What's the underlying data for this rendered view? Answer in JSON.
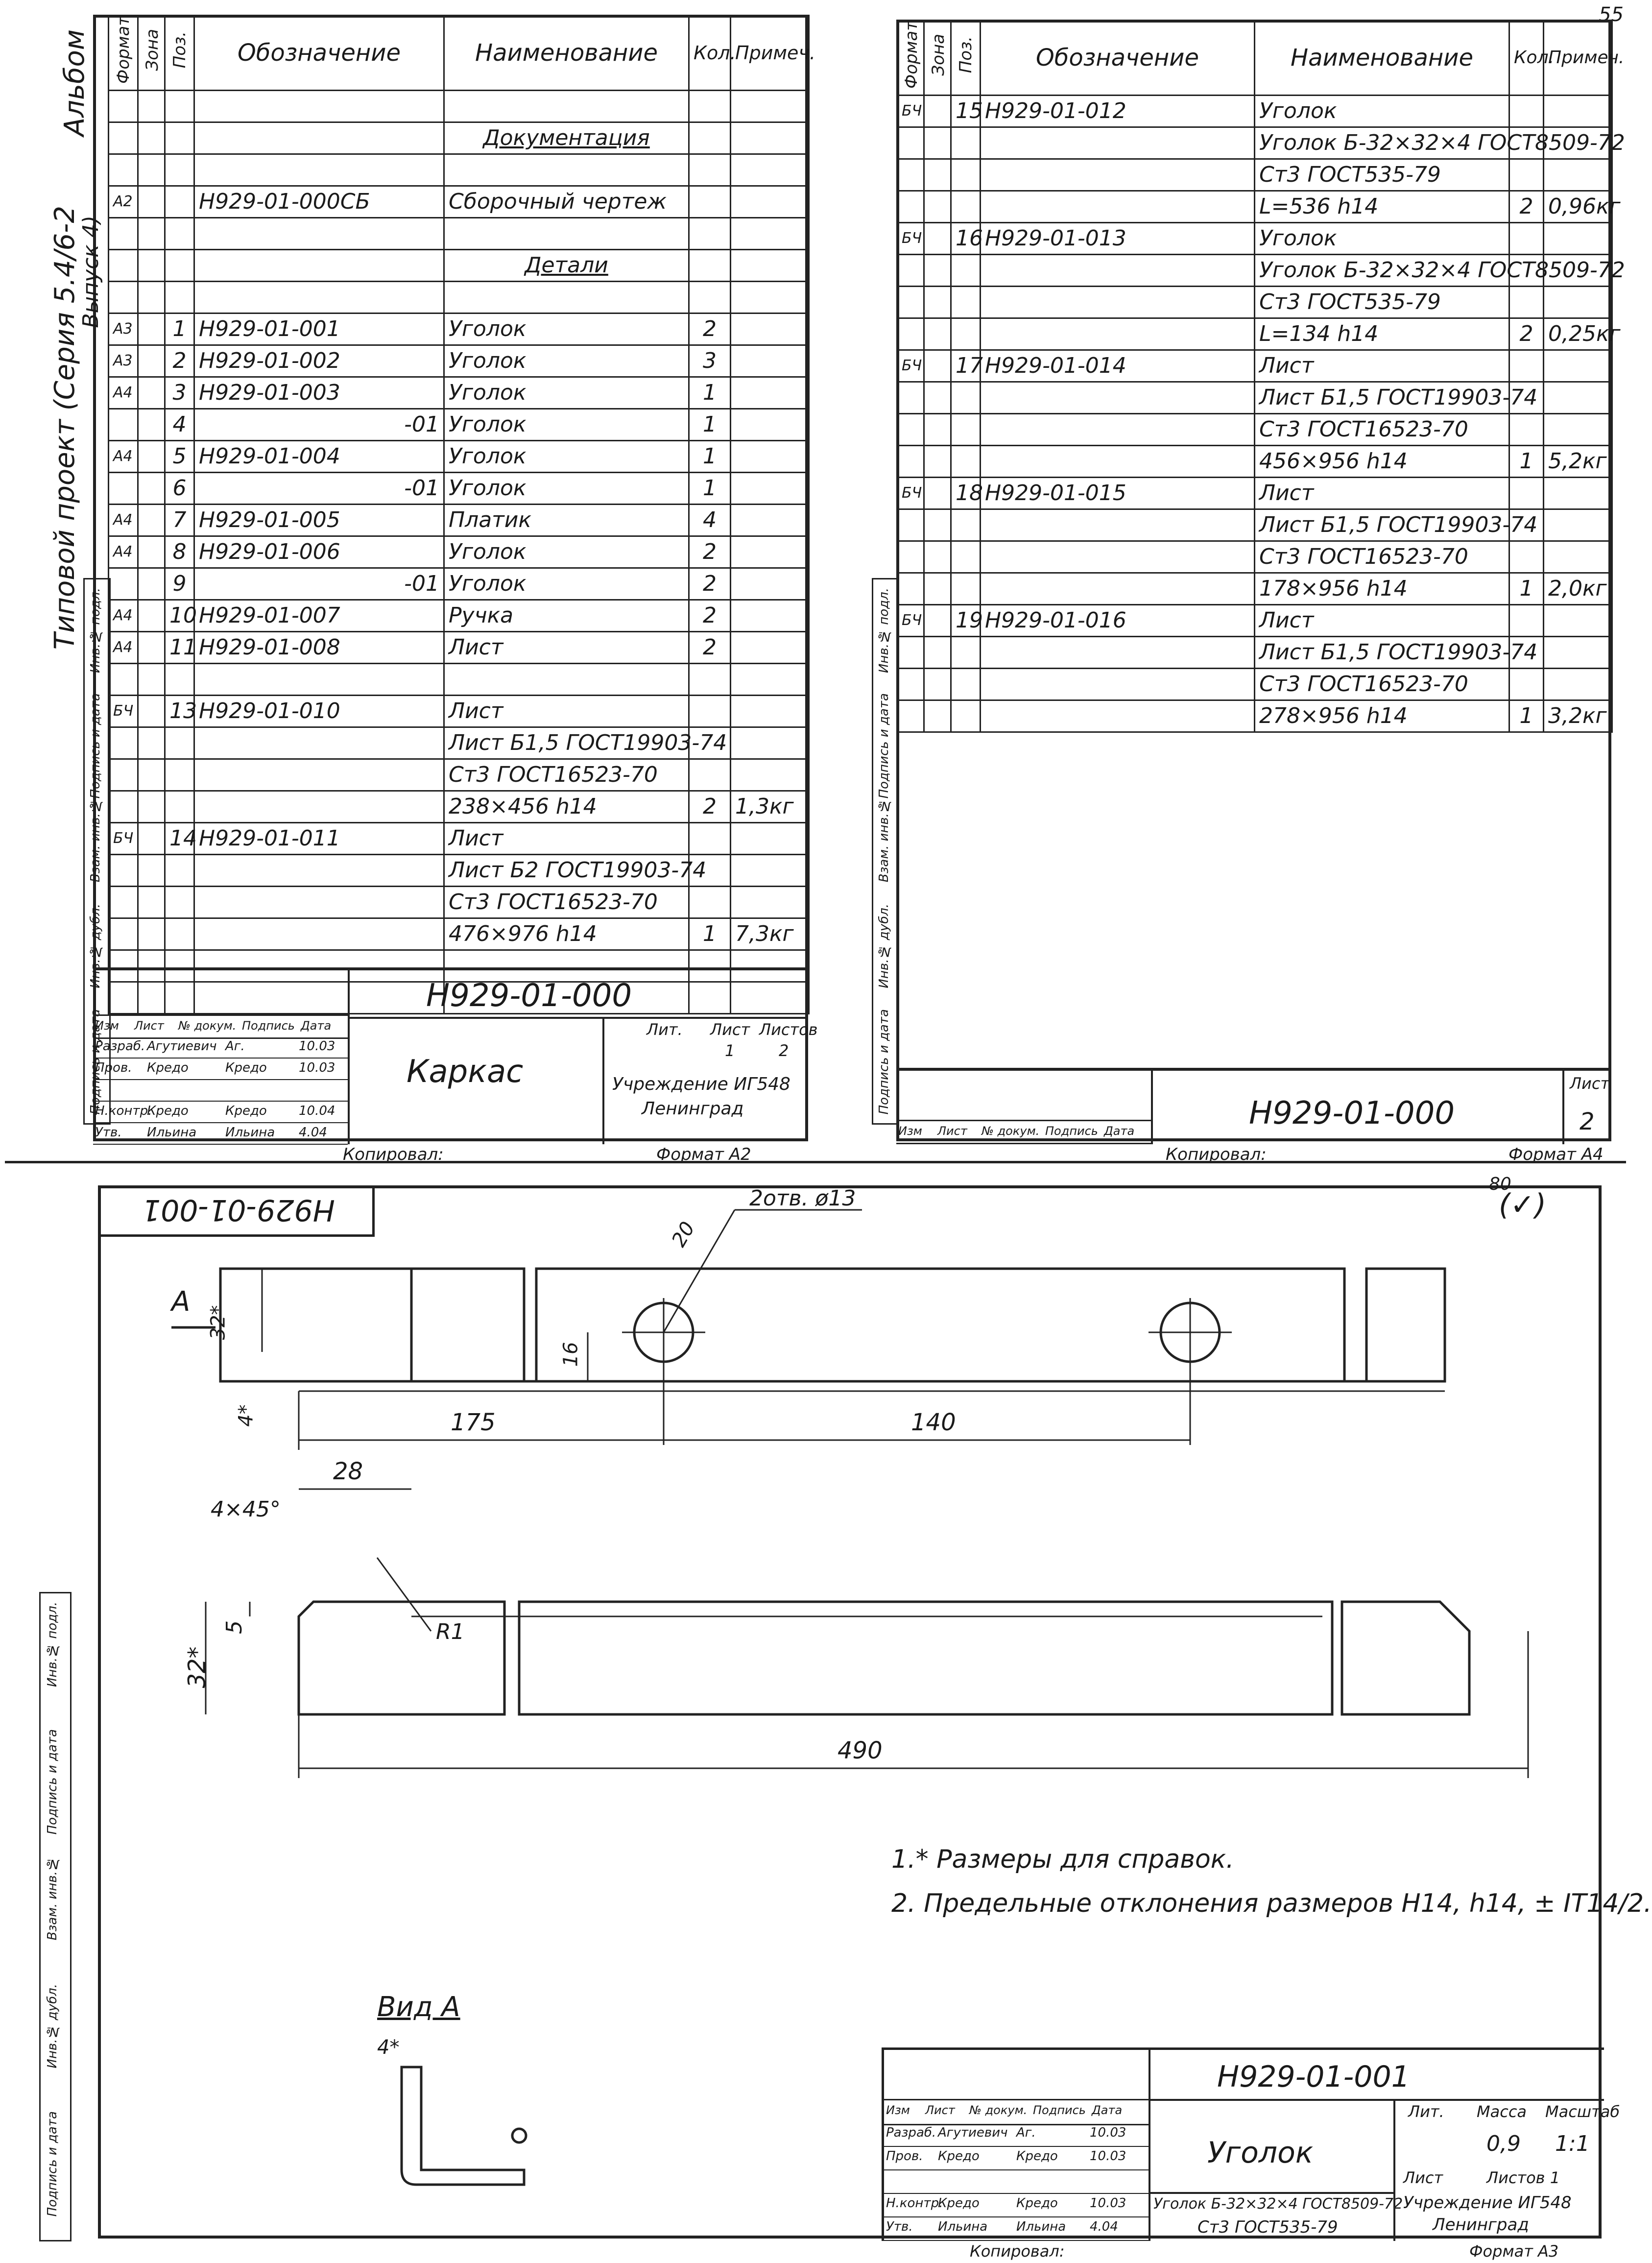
{
  "page_corner": "55",
  "left_sheet": {
    "margin_album": "Альбом",
    "margin_project": "Типовой проект (Серия 5.4/6-2",
    "margin_issue": "Выпуск 4)",
    "margin_stamps": [
      "Инв.№ подл.",
      "Подпись и дата",
      "Взам. инв.№",
      "Инв.№ дубл.",
      "Подпись и дата"
    ],
    "headers": {
      "format": "Формат",
      "zone": "Зона",
      "pos": "Поз.",
      "designation": "Обозначение",
      "name": "Наименование",
      "qty": "Кол.",
      "note": "Примеч."
    },
    "rows": [
      {
        "fmt": "",
        "pos": "",
        "des": "",
        "name": "",
        "qty": "",
        "note": ""
      },
      {
        "fmt": "",
        "pos": "",
        "des": "",
        "name": "Документация",
        "qty": "",
        "note": "",
        "heading": true
      },
      {
        "fmt": "",
        "pos": "",
        "des": "",
        "name": "",
        "qty": "",
        "note": ""
      },
      {
        "fmt": "А2",
        "pos": "",
        "des": "Н929-01-000СБ",
        "name": "Сборочный чертеж",
        "qty": "",
        "note": ""
      },
      {
        "fmt": "",
        "pos": "",
        "des": "",
        "name": "",
        "qty": "",
        "note": ""
      },
      {
        "fmt": "",
        "pos": "",
        "des": "",
        "name": "Детали",
        "qty": "",
        "note": "",
        "heading": true
      },
      {
        "fmt": "",
        "pos": "",
        "des": "",
        "name": "",
        "qty": "",
        "note": ""
      },
      {
        "fmt": "А3",
        "pos": "1",
        "des": "Н929-01-001",
        "name": "Уголок",
        "qty": "2",
        "note": ""
      },
      {
        "fmt": "А3",
        "pos": "2",
        "des": "Н929-01-002",
        "name": "Уголок",
        "qty": "3",
        "note": ""
      },
      {
        "fmt": "А4",
        "pos": "3",
        "des": "Н929-01-003",
        "name": "Уголок",
        "qty": "1",
        "note": ""
      },
      {
        "fmt": "",
        "pos": "4",
        "des": "-01",
        "name": "Уголок",
        "qty": "1",
        "note": "",
        "dash": true
      },
      {
        "fmt": "А4",
        "pos": "5",
        "des": "Н929-01-004",
        "name": "Уголок",
        "qty": "1",
        "note": ""
      },
      {
        "fmt": "",
        "pos": "6",
        "des": "-01",
        "name": "Уголок",
        "qty": "1",
        "note": "",
        "dash": true
      },
      {
        "fmt": "А4",
        "pos": "7",
        "des": "Н929-01-005",
        "name": "Платик",
        "qty": "4",
        "note": ""
      },
      {
        "fmt": "А4",
        "pos": "8",
        "des": "Н929-01-006",
        "name": "Уголок",
        "qty": "2",
        "note": ""
      },
      {
        "fmt": "",
        "pos": "9",
        "des": "-01",
        "name": "Уголок",
        "qty": "2",
        "note": "",
        "dash": true
      },
      {
        "fmt": "А4",
        "pos": "10",
        "des": "Н929-01-007",
        "name": "Ручка",
        "qty": "2",
        "note": ""
      },
      {
        "fmt": "А4",
        "pos": "11",
        "des": "Н929-01-008",
        "name": "Лист",
        "qty": "2",
        "note": ""
      },
      {
        "fmt": "",
        "pos": "",
        "des": "",
        "name": "",
        "qty": "",
        "note": ""
      },
      {
        "fmt": "БЧ",
        "pos": "13",
        "des": "Н929-01-010",
        "name": "Лист",
        "qty": "",
        "note": ""
      },
      {
        "fmt": "",
        "pos": "",
        "des": "",
        "name": "Лист Б1,5 ГОСТ19903-74",
        "qty": "",
        "note": "",
        "small": true
      },
      {
        "fmt": "",
        "pos": "",
        "des": "",
        "name": "Ст3 ГОСТ16523-70",
        "qty": "",
        "note": "",
        "small": true
      },
      {
        "fmt": "",
        "pos": "",
        "des": "",
        "name": "238×456 h14",
        "qty": "2",
        "note": "1,3кг"
      },
      {
        "fmt": "БЧ",
        "pos": "14",
        "des": "Н929-01-011",
        "name": "Лист",
        "qty": "",
        "note": ""
      },
      {
        "fmt": "",
        "pos": "",
        "des": "",
        "name": "Лист Б2 ГОСТ19903-74",
        "qty": "",
        "note": "",
        "small": true
      },
      {
        "fmt": "",
        "pos": "",
        "des": "",
        "name": "Ст3 ГОСТ16523-70",
        "qty": "",
        "note": "",
        "small": true
      },
      {
        "fmt": "",
        "pos": "",
        "des": "",
        "name": "476×976 h14",
        "qty": "1",
        "note": "7,3кг"
      },
      {
        "fmt": "",
        "pos": "",
        "des": "",
        "name": "",
        "qty": "",
        "note": ""
      },
      {
        "fmt": "",
        "pos": "",
        "des": "",
        "name": "",
        "qty": "",
        "note": ""
      }
    ],
    "title_block": {
      "code": "Н929-01-000",
      "name": "Каркас",
      "rev_headers": [
        "Изм",
        "Лист",
        "№ докум.",
        "Подпись",
        "Дата"
      ],
      "roles": [
        {
          "role": "Разраб.",
          "person": "Агутиевич",
          "sign": "Аг.",
          "date": "10.03"
        },
        {
          "role": "Пров.",
          "person": "Кредо",
          "sign": "Кредо",
          "date": "10.03"
        },
        {
          "role": "",
          "person": "",
          "sign": "",
          "date": ""
        },
        {
          "role": "Н.контр.",
          "person": "Кредо",
          "sign": "Кредо",
          "date": "10.04"
        },
        {
          "role": "Утв.",
          "person": "Ильина",
          "sign": "Ильина",
          "date": "4.04"
        }
      ],
      "lit_label": "Лит.",
      "sheet_label": "Лист",
      "sheets_label": "Листов",
      "sheet": "1",
      "sheets": "2",
      "org": "Учреждение ИГ548",
      "city": "Ленинград",
      "copied": "Копировал:",
      "format": "Формат А2"
    }
  },
  "right_sheet": {
    "headers": {
      "format": "Формат",
      "zone": "Зона",
      "pos": "Поз.",
      "designation": "Обозначение",
      "name": "Наименование",
      "qty": "Кол.",
      "note": "Примеч."
    },
    "margin_stamps": [
      "Инв.№ подл.",
      "Подпись и дата",
      "Взам. инв.№",
      "Инв.№ дубл.",
      "Подпись и дата"
    ],
    "rows": [
      {
        "fmt": "БЧ",
        "pos": "15",
        "des": "Н929-01-012",
        "name": "Уголок",
        "qty": "",
        "note": ""
      },
      {
        "fmt": "",
        "pos": "",
        "des": "",
        "name": "Уголок Б-32×32×4 ГОСТ8509-72",
        "qty": "",
        "note": "",
        "small": true
      },
      {
        "fmt": "",
        "pos": "",
        "des": "",
        "name": "Ст3 ГОСТ535-79",
        "qty": "",
        "note": "",
        "small": true
      },
      {
        "fmt": "",
        "pos": "",
        "des": "",
        "name": "L=536 h14",
        "qty": "2",
        "note": "0,96кг"
      },
      {
        "fmt": "БЧ",
        "pos": "16",
        "des": "Н929-01-013",
        "name": "Уголок",
        "qty": "",
        "note": ""
      },
      {
        "fmt": "",
        "pos": "",
        "des": "",
        "name": "Уголок Б-32×32×4 ГОСТ8509-72",
        "qty": "",
        "note": "",
        "small": true
      },
      {
        "fmt": "",
        "pos": "",
        "des": "",
        "name": "Ст3 ГОСТ535-79",
        "qty": "",
        "note": "",
        "small": true
      },
      {
        "fmt": "",
        "pos": "",
        "des": "",
        "name": "L=134 h14",
        "qty": "2",
        "note": "0,25кг"
      },
      {
        "fmt": "БЧ",
        "pos": "17",
        "des": "Н929-01-014",
        "name": "Лист",
        "qty": "",
        "note": ""
      },
      {
        "fmt": "",
        "pos": "",
        "des": "",
        "name": "Лист Б1,5 ГОСТ19903-74",
        "qty": "",
        "note": "",
        "small": true
      },
      {
        "fmt": "",
        "pos": "",
        "des": "",
        "name": "Ст3 ГОСТ16523-70",
        "qty": "",
        "note": "",
        "small": true
      },
      {
        "fmt": "",
        "pos": "",
        "des": "",
        "name": "456×956 h14",
        "qty": "1",
        "note": "5,2кг"
      },
      {
        "fmt": "БЧ",
        "pos": "18",
        "des": "Н929-01-015",
        "name": "Лист",
        "qty": "",
        "note": ""
      },
      {
        "fmt": "",
        "pos": "",
        "des": "",
        "name": "Лист Б1,5 ГОСТ19903-74",
        "qty": "",
        "note": "",
        "small": true
      },
      {
        "fmt": "",
        "pos": "",
        "des": "",
        "name": "Ст3 ГОСТ16523-70",
        "qty": "",
        "note": "",
        "small": true
      },
      {
        "fmt": "",
        "pos": "",
        "des": "",
        "name": "178×956 h14",
        "qty": "1",
        "note": "2,0кг"
      },
      {
        "fmt": "БЧ",
        "pos": "19",
        "des": "Н929-01-016",
        "name": "Лист",
        "qty": "",
        "note": ""
      },
      {
        "fmt": "",
        "pos": "",
        "des": "",
        "name": "Лист Б1,5 ГОСТ19903-74",
        "qty": "",
        "note": "",
        "small": true
      },
      {
        "fmt": "",
        "pos": "",
        "des": "",
        "name": "Ст3 ГОСТ16523-70",
        "qty": "",
        "note": "",
        "small": true
      },
      {
        "fmt": "",
        "pos": "",
        "des": "",
        "name": "278×956 h14",
        "qty": "1",
        "note": "3,2кг"
      }
    ],
    "title_block": {
      "code": "Н929-01-000",
      "rev_headers": [
        "Изм",
        "Лист",
        "№ докум.",
        "Подпись",
        "Дата"
      ],
      "sheet_label": "Лист",
      "sheet": "2",
      "copied": "Копировал:",
      "format": "Формат А4"
    }
  },
  "drawing": {
    "mirrored_code": "Н929-01-001",
    "roughness": "80",
    "roughness_suffix": "(✓)",
    "holes_note": "2отв. ø13",
    "dims": {
      "d20": "20",
      "d32a": "32*",
      "d4a": "4*",
      "d16": "16",
      "d175": "175",
      "d140": "140",
      "d28": "28",
      "chamfer": "4×45°",
      "d5": "5",
      "d32b": "32*",
      "r1": "R1",
      "d490": "490",
      "d4b": "4*"
    },
    "view_label_a": "А",
    "view_a_title": "Вид А",
    "notes": [
      "1.* Размеры для справок.",
      "2. Предельные отклонения размеров Н14, h14, ± IT14/2."
    ],
    "margin_stamps": [
      "Инв.№ подл.",
      "Подпись и дата",
      "Взам. инв.№",
      "Инв.№ дубл.",
      "Подпись и дата"
    ],
    "title_block": {
      "code": "Н929-01-001",
      "name": "Уголок",
      "material_1": "Уголок Б-32×32×4 ГОСТ8509-72",
      "material_2": "Ст3 ГОСТ535-79",
      "rev_headers": [
        "Изм",
        "Лист",
        "№ докум.",
        "Подпись",
        "Дата"
      ],
      "roles": [
        {
          "role": "Разраб.",
          "person": "Агутиевич",
          "sign": "Аг.",
          "date": "10.03"
        },
        {
          "role": "Пров.",
          "person": "Кредо",
          "sign": "Кредо",
          "date": "10.03"
        },
        {
          "role": "",
          "person": "",
          "sign": "",
          "date": ""
        },
        {
          "role": "Н.контр.",
          "person": "Кредо",
          "sign": "Кредо",
          "date": "10.03"
        },
        {
          "role": "Утв.",
          "person": "Ильина",
          "sign": "Ильина",
          "date": "4.04"
        }
      ],
      "lit_label": "Лит.",
      "mass_label": "Масса",
      "scale_label": "Масштаб",
      "mass": "0,9",
      "scale": "1:1",
      "sheet_label": "Лист",
      "sheets_label": "Листов 1",
      "org": "Учреждение ИГ548",
      "city": "Ленинград",
      "copied": "Копировал:",
      "format": "Формат А3"
    }
  }
}
